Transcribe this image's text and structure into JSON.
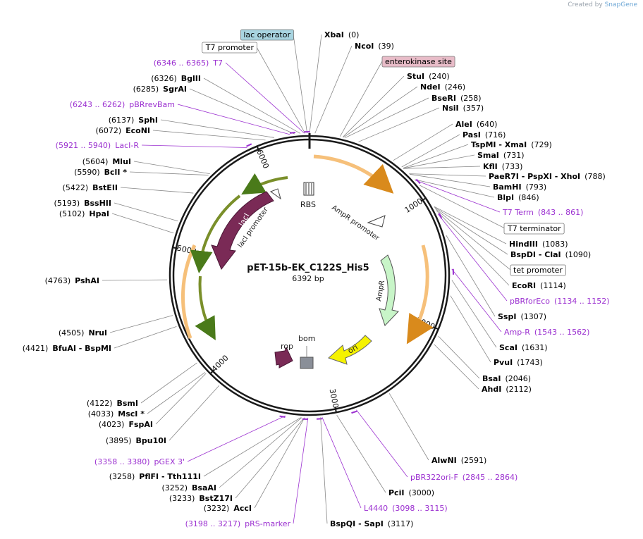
{
  "brand": {
    "created_by": "Created by",
    "name": "SnapGene"
  },
  "plasmid": {
    "name": "pET-15b-EK_C122S_His5",
    "size_label": "6392 bp",
    "length": 6392
  },
  "colors": {
    "backbone": "#1a1a1a",
    "line": "#888888",
    "primer": "#9b30d0",
    "enzyme_text": "#000000",
    "orf_fill": "#f6c07a",
    "orf_stroke": "#d98a1c",
    "laci_fill": "#7a8f2a",
    "laci_arrow": "#7a2a56",
    "ampr_fill": "#c8f5c8",
    "ori_fill": "#f5f200",
    "rop_fill": "#7a2a56",
    "bom_fill": "#8a8f98",
    "lac_op_fill": "#a8d4e0",
    "enterokinase_fill": "#e8bcc8"
  },
  "ticks": [
    {
      "bp": 1000,
      "label": "1000"
    },
    {
      "bp": 2000,
      "label": "2000"
    },
    {
      "bp": 3000,
      "label": "3000"
    },
    {
      "bp": 4000,
      "label": "4000"
    },
    {
      "bp": 5000,
      "label": "5000"
    },
    {
      "bp": 6000,
      "label": "6000"
    }
  ],
  "labels": {
    "right": [
      {
        "name": "XbaI",
        "pos": "(0)",
        "bp": 0
      },
      {
        "name": "NcoI",
        "pos": "(39)",
        "bp": 39
      },
      {
        "name": "enterokinase site",
        "pos": "",
        "bp": 220,
        "kind": "boxed-pink"
      },
      {
        "name": "StuI",
        "pos": "(240)",
        "bp": 240
      },
      {
        "name": "NdeI",
        "pos": "(246)",
        "bp": 246
      },
      {
        "name": "BseRI",
        "pos": "(258)",
        "bp": 258
      },
      {
        "name": "NsiI",
        "pos": "(357)",
        "bp": 357
      },
      {
        "name": "AleI",
        "pos": "(640)",
        "bp": 640
      },
      {
        "name": "PasI",
        "pos": "(716)",
        "bp": 716
      },
      {
        "name": "TspMI - XmaI",
        "pos": "(729)",
        "bp": 729
      },
      {
        "name": "SmaI",
        "pos": "(731)",
        "bp": 731
      },
      {
        "name": "KflI",
        "pos": "(733)",
        "bp": 733
      },
      {
        "name": "PaeR7I - PspXI - XhoI",
        "pos": "(788)",
        "bp": 788
      },
      {
        "name": "BamHI",
        "pos": "(793)",
        "bp": 793
      },
      {
        "name": "BlpI",
        "pos": "(846)",
        "bp": 846
      },
      {
        "name": "T7 Term",
        "pos": "(843 .. 861)",
        "bp": 852,
        "kind": "primer"
      },
      {
        "name": "T7 terminator",
        "pos": "",
        "bp": 900,
        "kind": "boxed"
      },
      {
        "name": "HindIII",
        "pos": "(1083)",
        "bp": 1083
      },
      {
        "name": "BspDI - ClaI",
        "pos": "(1090)",
        "bp": 1090
      },
      {
        "name": "tet promoter",
        "pos": "",
        "bp": 1100,
        "kind": "boxed"
      },
      {
        "name": "EcoRI",
        "pos": "(1114)",
        "bp": 1114
      },
      {
        "name": "pBRforEco",
        "pos": "(1134 .. 1152)",
        "bp": 1143,
        "kind": "primer"
      },
      {
        "name": "SspI",
        "pos": "(1307)",
        "bp": 1307
      },
      {
        "name": "Amp-R",
        "pos": "(1543 .. 1562)",
        "bp": 1552,
        "kind": "primer"
      },
      {
        "name": "ScaI",
        "pos": "(1631)",
        "bp": 1631
      },
      {
        "name": "PvuI",
        "pos": "(1743)",
        "bp": 1743
      },
      {
        "name": "BsaI",
        "pos": "(2046)",
        "bp": 2046
      },
      {
        "name": "AhdI",
        "pos": "(2112)",
        "bp": 2112
      },
      {
        "name": "AlwNI",
        "pos": "(2591)",
        "bp": 2591
      },
      {
        "name": "pBR322ori-F",
        "pos": "(2845 .. 2864)",
        "bp": 2855,
        "kind": "primer"
      },
      {
        "name": "PciI",
        "pos": "(3000)",
        "bp": 3000
      },
      {
        "name": "L4440",
        "pos": "(3098 .. 3115)",
        "bp": 3106,
        "kind": "primer"
      },
      {
        "name": "BspQI - SapI",
        "pos": "(3117)",
        "bp": 3117
      }
    ],
    "left": [
      {
        "name": "lac operator",
        "pos": "",
        "bp": 6375,
        "kind": "boxed-blue"
      },
      {
        "name": "T7 promoter",
        "pos": "",
        "bp": 6360,
        "kind": "boxed"
      },
      {
        "name": "T7",
        "pos": "(6346 .. 6365)",
        "bp": 6355,
        "kind": "primer"
      },
      {
        "name": "BglII",
        "pos": "(6326)",
        "bp": 6326
      },
      {
        "name": "SgrAI",
        "pos": "(6285)",
        "bp": 6285
      },
      {
        "name": "pBRrevBam",
        "pos": "(6243 .. 6262)",
        "bp": 6252,
        "kind": "primer"
      },
      {
        "name": "SphI",
        "pos": "(6137)",
        "bp": 6137
      },
      {
        "name": "EcoNI",
        "pos": "(6072)",
        "bp": 6072
      },
      {
        "name": "LacI-R",
        "pos": "(5921 .. 5940)",
        "bp": 5930,
        "kind": "primer"
      },
      {
        "name": "MluI",
        "pos": "(5604)",
        "bp": 5604
      },
      {
        "name": "BclI *",
        "pos": "(5590)",
        "bp": 5590
      },
      {
        "name": "BstEII",
        "pos": "(5422)",
        "bp": 5422
      },
      {
        "name": "BssHII",
        "pos": "(5193)",
        "bp": 5193
      },
      {
        "name": "HpaI",
        "pos": "(5102)",
        "bp": 5102
      },
      {
        "name": "PshAI",
        "pos": "(4763)",
        "bp": 4763
      },
      {
        "name": "NruI",
        "pos": "(4505)",
        "bp": 4505
      },
      {
        "name": "BfuAI - BspMI",
        "pos": "(4421)",
        "bp": 4421
      },
      {
        "name": "BsmI",
        "pos": "(4122)",
        "bp": 4122
      },
      {
        "name": "MscI *",
        "pos": "(4033)",
        "bp": 4033
      },
      {
        "name": "FspAI",
        "pos": "(4023)",
        "bp": 4023
      },
      {
        "name": "Bpu10I",
        "pos": "(3895)",
        "bp": 3895
      },
      {
        "name": "pGEX 3'",
        "pos": "(3358 .. 3380)",
        "bp": 3369,
        "kind": "primer"
      },
      {
        "name": "PflFI - Tth111I",
        "pos": "(3258)",
        "bp": 3258
      },
      {
        "name": "BsaAI",
        "pos": "(3252)",
        "bp": 3252
      },
      {
        "name": "BstZ17I",
        "pos": "(3233)",
        "bp": 3233
      },
      {
        "name": "AccI",
        "pos": "(3232)",
        "bp": 3232
      },
      {
        "name": "pRS-marker",
        "pos": "(3198 .. 3217)",
        "bp": 3207,
        "kind": "primer"
      }
    ]
  },
  "features": {
    "rbs": "RBS",
    "ampr_promoter": "AmpR promoter",
    "ampr": "AmpR",
    "ori": "ori",
    "rop": "rop",
    "bom": "bom",
    "laci": "lacI",
    "laci_promoter": "lacI promoter"
  }
}
